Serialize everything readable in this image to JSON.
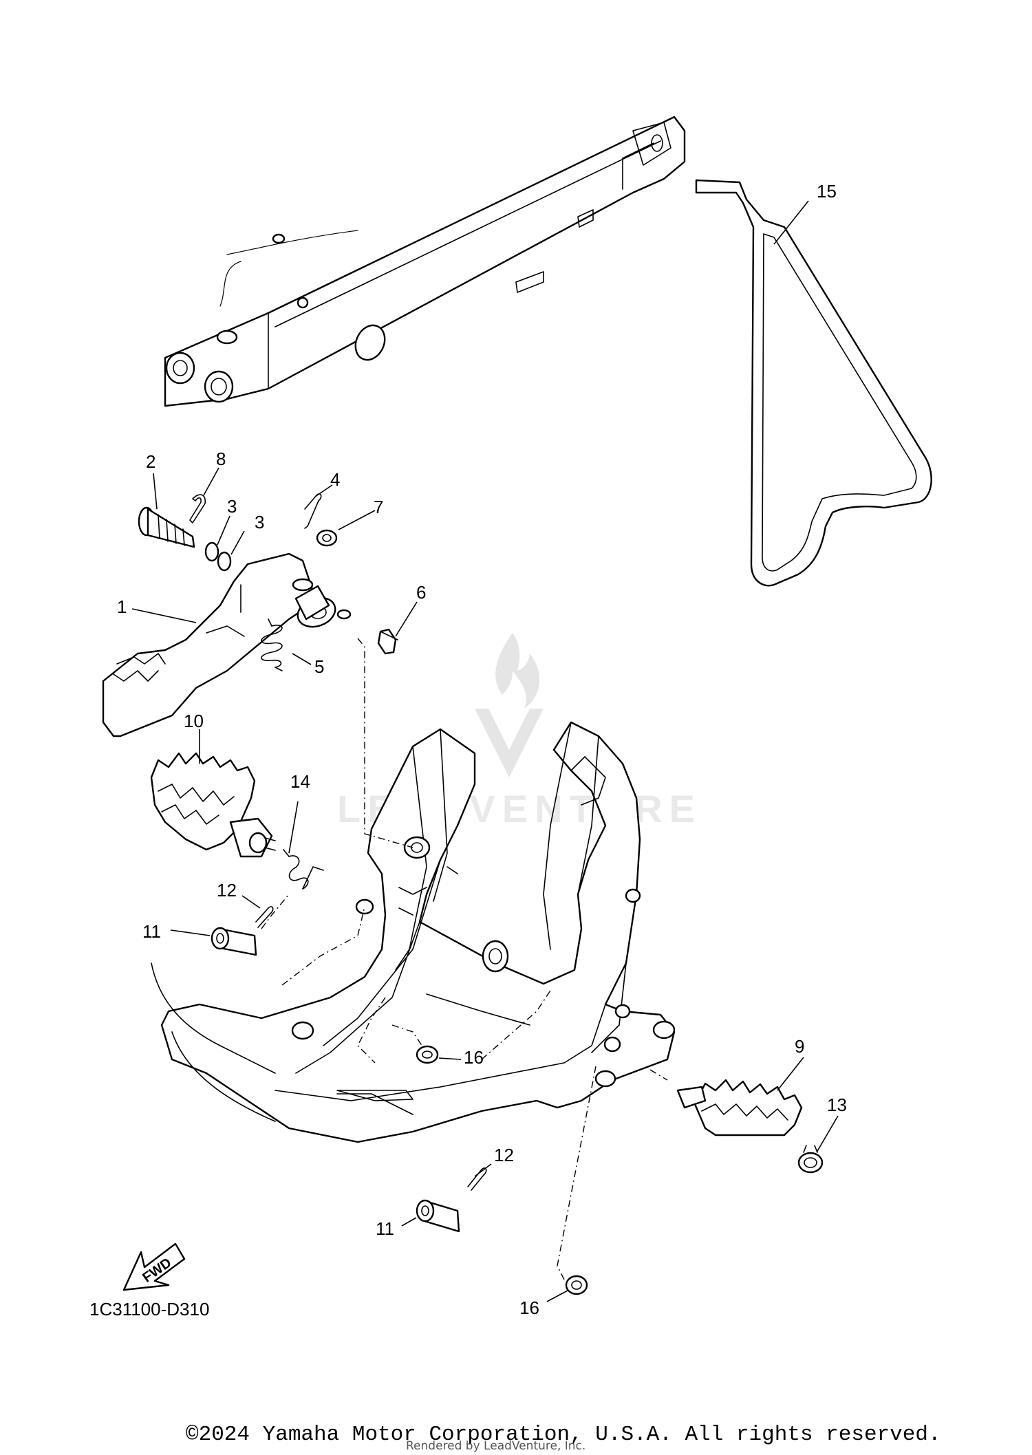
{
  "diagram": {
    "callouts": [
      {
        "id": "1",
        "label": "1"
      },
      {
        "id": "2",
        "label": "2"
      },
      {
        "id": "3a",
        "label": "3"
      },
      {
        "id": "3b",
        "label": "3"
      },
      {
        "id": "4",
        "label": "4"
      },
      {
        "id": "5",
        "label": "5"
      },
      {
        "id": "6",
        "label": "6"
      },
      {
        "id": "7",
        "label": "7"
      },
      {
        "id": "8",
        "label": "8"
      },
      {
        "id": "9",
        "label": "9"
      },
      {
        "id": "10",
        "label": "10"
      },
      {
        "id": "11a",
        "label": "11"
      },
      {
        "id": "11b",
        "label": "11"
      },
      {
        "id": "12a",
        "label": "12"
      },
      {
        "id": "12b",
        "label": "12"
      },
      {
        "id": "13",
        "label": "13"
      },
      {
        "id": "14",
        "label": "14"
      },
      {
        "id": "15",
        "label": "15"
      },
      {
        "id": "16a",
        "label": "16"
      },
      {
        "id": "16b",
        "label": "16"
      }
    ],
    "fwd_label": "FWD",
    "diagram_code": "1C31100-D310",
    "watermark_text": "LEADVENTURE"
  },
  "footer": {
    "copyright": "©2024 Yamaha Motor Corporation, U.S.A. All rights reserved.",
    "rendered_by": "Rendered by LeadVenture, Inc."
  }
}
